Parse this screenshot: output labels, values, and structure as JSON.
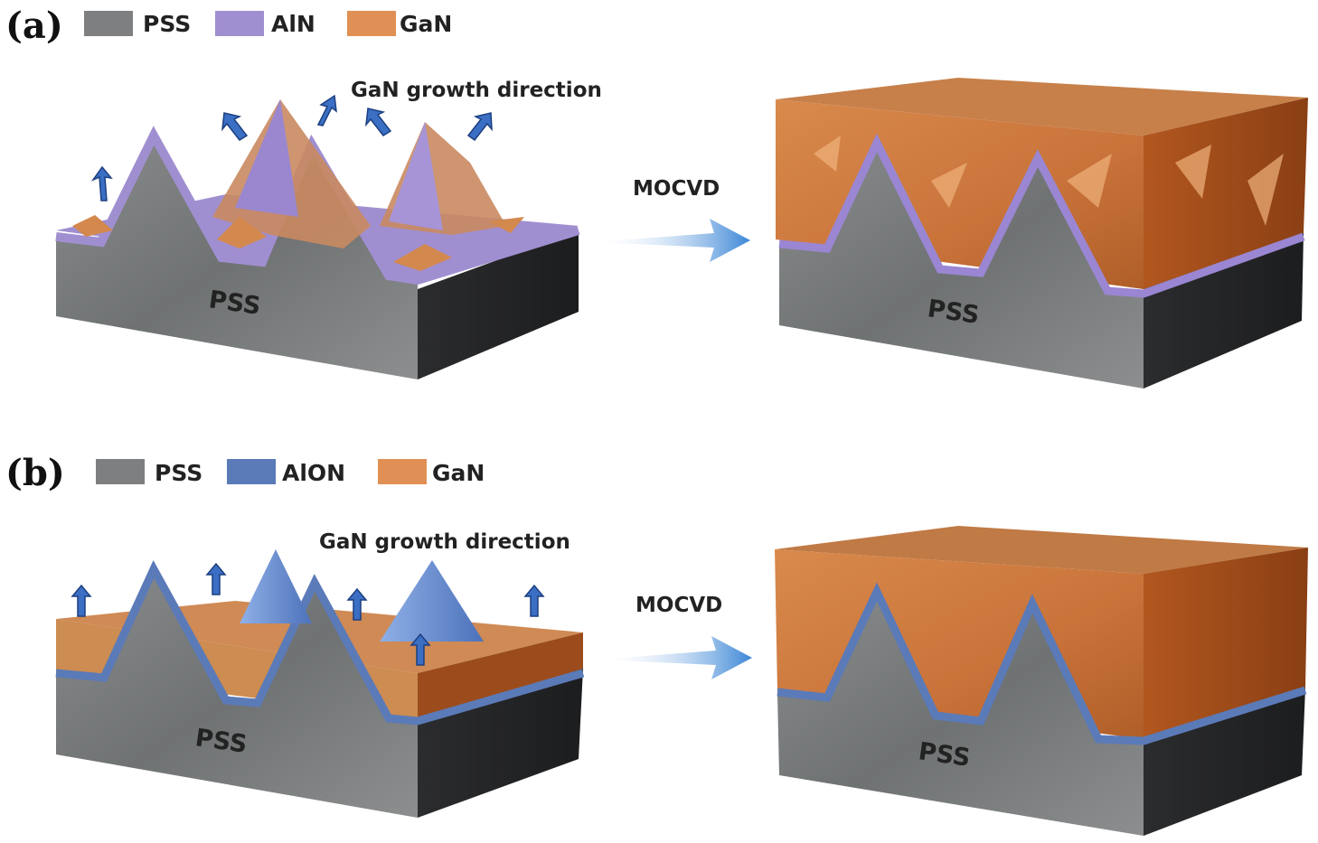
{
  "panels": [
    {
      "label": "(a)",
      "legend": [
        {
          "name": "PSS",
          "color": "#7d7f80"
        },
        {
          "name": "AlN",
          "color": "#a08fd0"
        },
        {
          "name": "GaN",
          "color": "#e09055"
        }
      ],
      "annotation": "GaN growth direction",
      "process": "MOCVD",
      "substrate_label_left": "PSS",
      "substrate_label_right": "PSS"
    },
    {
      "label": "(b)",
      "legend": [
        {
          "name": "PSS",
          "color": "#7d7f80"
        },
        {
          "name": "AlON",
          "color": "#5b7ab8"
        },
        {
          "name": "GaN",
          "color": "#e09055"
        }
      ],
      "annotation": "GaN growth direction",
      "process": "MOCVD",
      "substrate_label_left": "PSS",
      "substrate_label_right": "PSS"
    }
  ]
}
